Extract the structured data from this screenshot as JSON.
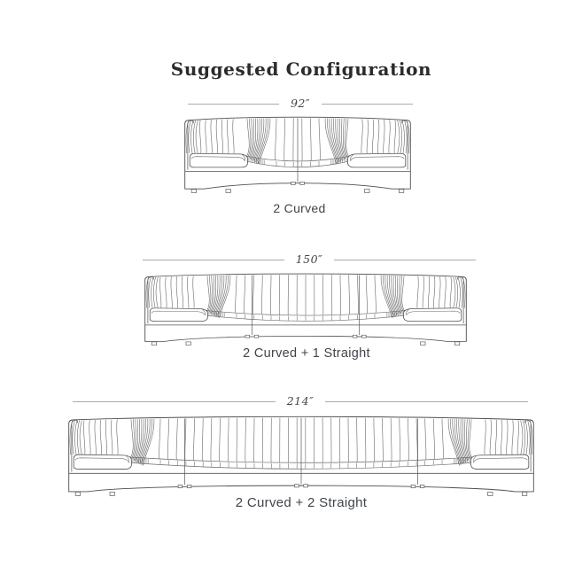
{
  "title": "Suggested Configuration",
  "configurations": [
    {
      "dimension": "92″",
      "caption": "2 Curved",
      "curved": 2,
      "straight": 0
    },
    {
      "dimension": "150″",
      "caption": "2 Curved + 1 Straight",
      "curved": 2,
      "straight": 1
    },
    {
      "dimension": "214″",
      "caption": "2 Curved + 2 Straight",
      "curved": 2,
      "straight": 2
    }
  ],
  "style": {
    "background": "#ffffff",
    "line_color": "#6b6b6b",
    "outline_color": "#4e4e4e",
    "dimension_line_color": "#ababab",
    "dimension_text_color": "#454545",
    "caption_text_color": "#41454a",
    "title_color": "#2b2b2b"
  }
}
